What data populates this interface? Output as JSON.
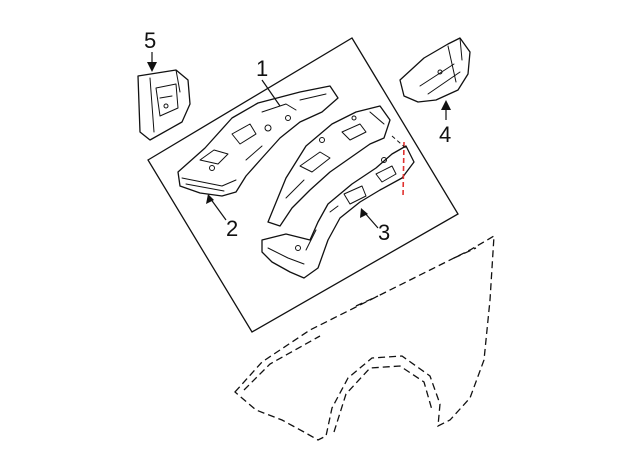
{
  "callouts": {
    "c1": "1",
    "c2": "2",
    "c3": "3",
    "c4": "4",
    "c5": "5"
  },
  "colors": {
    "line": "#111111",
    "background": "#ffffff",
    "accent_dashed": "#e0312f"
  }
}
